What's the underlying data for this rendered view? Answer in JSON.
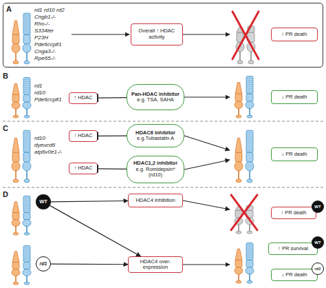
{
  "diagram": {
    "nodes": [
      {
        "text": [
          "A"
        ]
      },
      {
        "text": [
          "Overall ↑ HDAC activity"
        ],
        "in": 0
      },
      {
        "text": [
          "↑ PR death"
        ],
        "in": 0
      },
      {
        "text": [
          "↑ HDAC"
        ]
      },
      {
        "text": [
          "Pan-HDAC inhibitor",
          "e.g. TSA, SAHA"
        ]
      },
      {
        "text": [
          "↓ PR death"
        ]
      },
      {
        "text": [
          "↑ HDAC"
        ]
      },
      {
        "text": [
          "HDAC6 inhibitor",
          "e.g.Tubastatin A"
        ]
      },
      {
        "text": [
          "↑ HDAC"
        ]
      },
      {
        "text": [
          "HDAC1,2 inhibitor",
          "e.g. Romidepsin* (rd10)"
        ]
      },
      {
        "text": [
          "↓ PR death"
        ]
      },
      {
        "text": [
          "WT"
        ]
      },
      {
        "text": [
          "HDAC4 inhibition"
        ]
      },
      {
        "text": [
          "↑ PR death"
        ]
      },
      {
        "text": [
          "WT"
        ]
      },
      {
        "text": [
          "rd1"
        ]
      },
      {
        "text": [
          "HDAC4 over-expression"
        ]
      },
      {
        "text": [
          "↑ PR survival"
        ]
      },
      {
        "text": [
          "WT"
        ]
      },
      {
        "text": [
          "↓ PR death"
        ]
      },
      {
        "text": [
          "rd1"
        ]
      }
    ],
    "edges": [
      {
        "from": 4,
        "to": 3,
        "arrow": "to"
      },
      {
        "from": 7,
        "to": 6,
        "arrow": "to"
      },
      {
        "from": 9,
        "to": 8,
        "arrow": "to"
      },
      {
        "from": 11,
        "to": 12,
        "arrow": "to"
      },
      {
        "from": 11,
        "to": 16,
        "arrow": "to"
      },
      {
        "from": 15,
        "to": 16,
        "arrow": "to"
      }
    ],
    "labels": [
      "rd1 rd10 rd2",
      "Cngb1-/-",
      "Rho-/-",
      "S334ter",
      "P23H",
      "Pde6ccpfl1",
      "Cnga3-/-",
      "Rpe65-/-",
      "B",
      "rd1",
      "rd10",
      "Pde6ccpfl1",
      "C",
      "rd10",
      "dyeucd6",
      "atp6v0e1-/-",
      "D"
    ]
  }
}
